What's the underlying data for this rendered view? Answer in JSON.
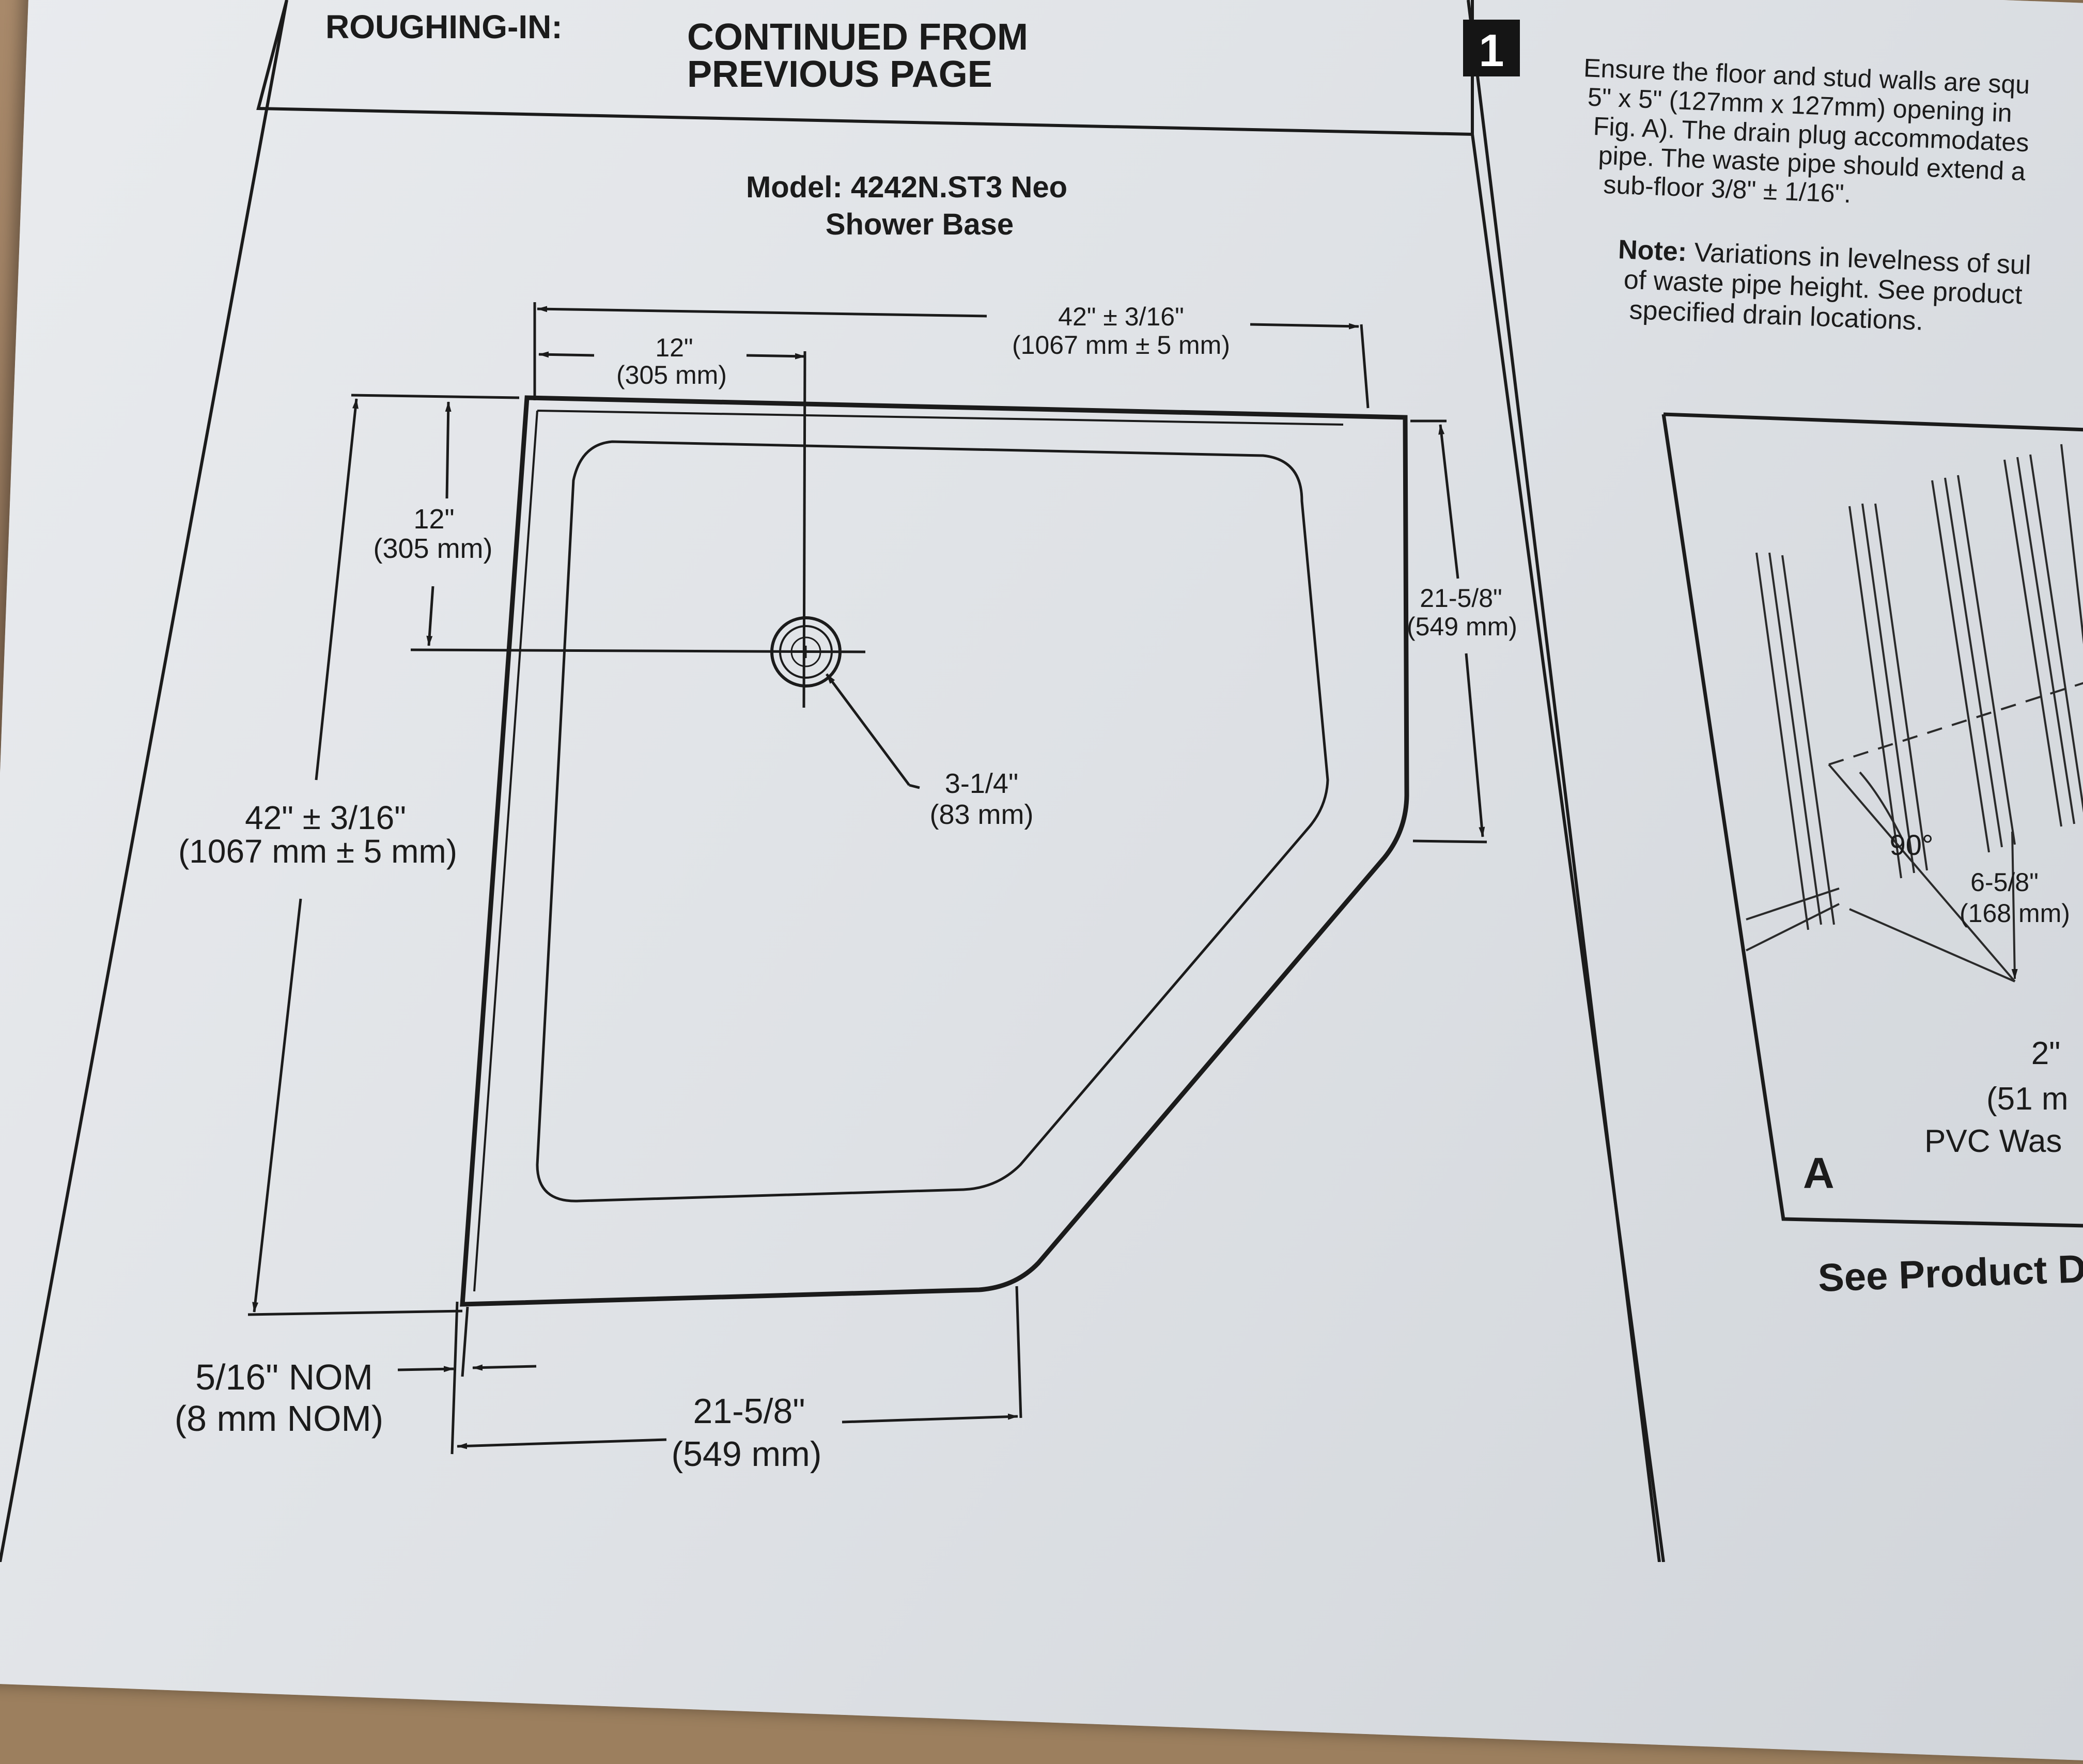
{
  "section": {
    "heading_line1": "ROUGHING-IN:",
    "heading_line2": "CONTINUED FROM",
    "heading_line3": "PREVIOUS PAGE"
  },
  "model": {
    "line1": "Model: 4242N.ST3 Neo",
    "line2": "Shower Base"
  },
  "dimensions": {
    "top_width": "42\" ± 3/16\"",
    "top_width_mm": "(1067 mm ± 5 mm)",
    "drain_from_left": "12\"",
    "drain_from_left_mm": "(305 mm)",
    "drain_from_top": "12\"",
    "drain_from_top_mm": "(305 mm)",
    "right_side": "21-5/8\"",
    "right_side_mm": "(549 mm)",
    "drain_diameter": "3-1/4\"",
    "drain_diameter_mm": "(83 mm)",
    "left_height": "42\" ± 3/16\"",
    "left_height_mm": "(1067 mm ± 5 mm)",
    "flange": "5/16\" NOM",
    "flange_mm": "(8 mm NOM)",
    "bottom_side": "21-5/8\"",
    "bottom_side_mm": "(549 mm)"
  },
  "step": {
    "number": "1",
    "text_lines": [
      "Ensure the floor and stud walls are squ",
      "5\" x 5\" (127mm x 127mm) opening in",
      "Fig. A). The drain plug accommodates",
      "pipe. The waste pipe should extend a",
      "sub-floor 3/8\" ± 1/16\"."
    ],
    "note_label": "Note:",
    "note_line1": "Variations in levelness of sul",
    "note_line2": "of waste pipe height. See product",
    "note_line3": "specified drain locations."
  },
  "figure_a": {
    "letter": "A",
    "angle": "90°",
    "dim1": "6-5/8\"",
    "dim1_mm": "(168 mm)",
    "dim2": "2\"",
    "dim2_mm": "(51 m",
    "pipe_label": "PVC Was",
    "footer": "See Product D"
  }
}
